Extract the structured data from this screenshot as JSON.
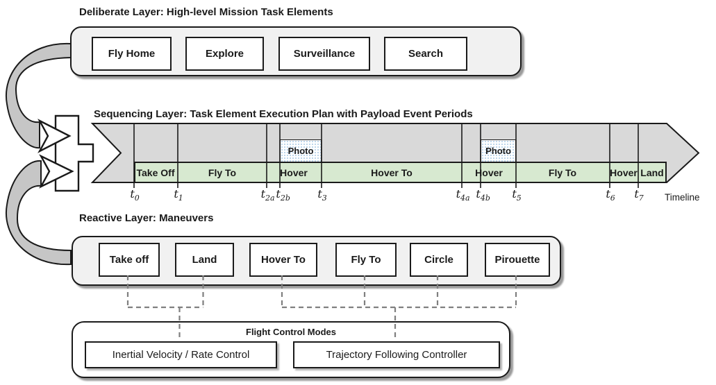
{
  "colors": {
    "line": "#1a1a1a",
    "container_fill": "#f1f1f1",
    "arrow_fill": "#d9d9d9",
    "ribbon_fill": "#c6c6c6",
    "green_fill": "#d7e9d0",
    "photo_fill": "#fdfeff",
    "photo_dot": "#a8c9e4",
    "dashed": "#7f7f7f",
    "shadow": "#9a9a9a"
  },
  "deliberate_layer": {
    "title": "Deliberate Layer: High-level Mission Task Elements",
    "tasks": [
      "Fly Home",
      "Explore",
      "Surveillance",
      "Search"
    ]
  },
  "sequencing_layer": {
    "title": "Sequencing Layer: Task Element Execution Plan with Payload Event Periods",
    "segments": [
      "Take Off",
      "Fly To",
      "Hover",
      "Hover To",
      "Hover",
      "Fly To",
      "Hover",
      "Land"
    ],
    "photo_label": "Photo",
    "timeline_label": "Timeline",
    "ticks": [
      {
        "base": "t",
        "sub": "0"
      },
      {
        "base": "t",
        "sub": "1"
      },
      {
        "base": "t",
        "sub": "2a"
      },
      {
        "base": "t",
        "sub": "2b"
      },
      {
        "base": "t",
        "sub": "3"
      },
      {
        "base": "t",
        "sub": "4a"
      },
      {
        "base": "t",
        "sub": "4b"
      },
      {
        "base": "t",
        "sub": "5"
      },
      {
        "base": "t",
        "sub": "6"
      },
      {
        "base": "t",
        "sub": "7"
      }
    ]
  },
  "reactive_layer": {
    "title": "Reactive Layer: Maneuvers",
    "maneuvers": [
      "Take off",
      "Land",
      "Hover To",
      "Fly To",
      "Circle",
      "Pirouette"
    ]
  },
  "flight_control": {
    "title": "Flight Control Modes",
    "modes": [
      "Inertial Velocity / Rate Control",
      "Trajectory Following Controller"
    ]
  }
}
